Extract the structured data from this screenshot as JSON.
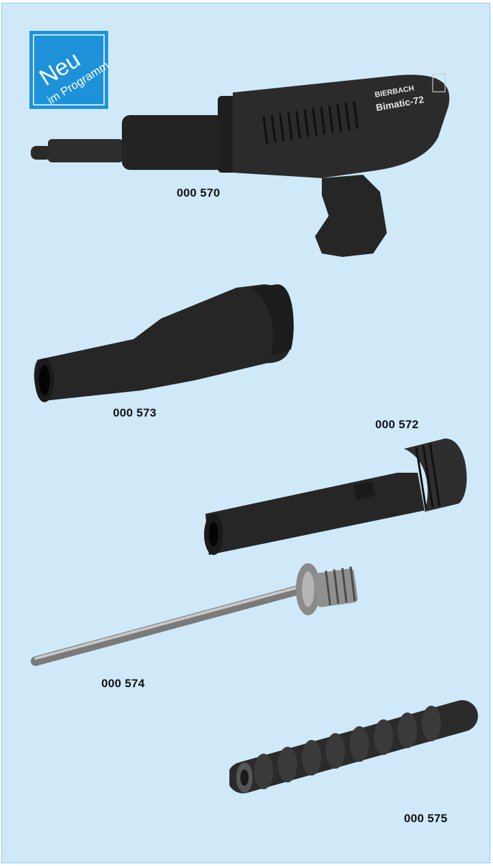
{
  "badge": {
    "line1": "Neu",
    "line2": "im Programm"
  },
  "brand_name": "BIERBACH",
  "model_name": "Bimatic-72",
  "products": [
    {
      "code": "000 570"
    },
    {
      "code": "000 573"
    },
    {
      "code": "000 572"
    },
    {
      "code": "000 574"
    },
    {
      "code": "000 575"
    }
  ],
  "colors": {
    "background": "#cfe9f9",
    "border": "#8ccbef",
    "badge": "#1e92d8"
  }
}
